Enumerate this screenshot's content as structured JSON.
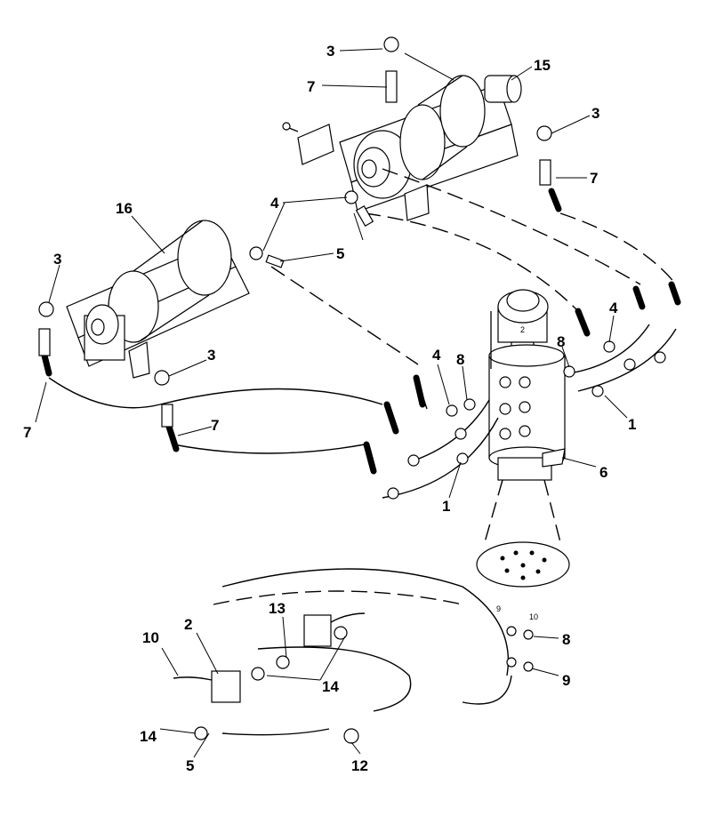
{
  "diagram": {
    "callouts": {
      "c3_top": "3",
      "c15": "15",
      "c7_top": "7",
      "c3_right": "3",
      "c7_right": "7",
      "c4_top": "4",
      "c16": "16",
      "c5_top": "5",
      "c3_left": "3",
      "c4_right": "4",
      "c8_right": "8",
      "c3_mid": "3",
      "c4_mid": "4",
      "c8_mid": "8",
      "c1_right": "1",
      "c7_left": "7",
      "c7_mid": "7",
      "c6": "6",
      "c1_bottom": "1",
      "c13": "13",
      "c10": "10",
      "c2": "2",
      "c14_mid": "14",
      "c14_left": "14",
      "c5_bottom": "5",
      "c12": "12",
      "c8_bottom": "8",
      "c9_bottom": "9"
    },
    "small_labels": {
      "s9": "9",
      "s10": "10",
      "swivel_mark": "2"
    }
  }
}
